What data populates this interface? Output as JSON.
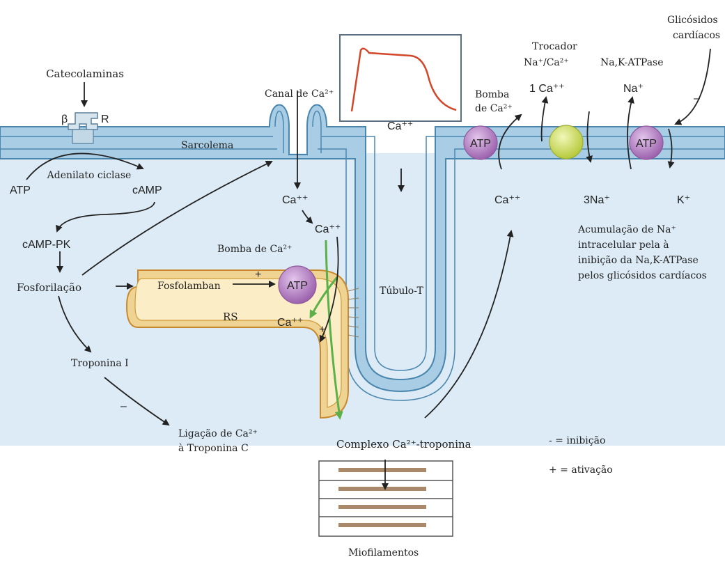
{
  "labels": {
    "catecolaminas": "Catecolaminas",
    "beta": "β",
    "r": "R",
    "sarcolema": "Sarcolema",
    "adenilato": "Adenilato ciclase",
    "atp_left": "ATP",
    "camp": "cAMP",
    "camp_pk": "cAMP-PK",
    "fosforilacao": "Fosforilação",
    "fosfolamban": "Fosfolamban",
    "troponina_i": "Troponina I",
    "ligacao_1": "Ligação de Ca²⁺",
    "ligacao_2": "à Troponina C",
    "canal_ca": "Canal de Ca²⁺",
    "ca_channel": "Ca⁺⁺",
    "ca_released": "Ca⁺⁺",
    "bomba_sr": "Bomba de Ca²⁺",
    "atp_sr": "ATP",
    "rs": "RS",
    "ca_sr": "Ca⁺⁺",
    "ca_ttubule": "Ca⁺⁺",
    "tubulo_t": "Túbulo-T",
    "complexo": "Complexo Ca²⁺-troponina",
    "miofilamentos": "Miofilamentos",
    "bomba_mem_1": "Bomba",
    "bomba_mem_2": "de Ca²⁺",
    "atp_pump": "ATP",
    "trocador_1": "Trocador",
    "trocador_2": "Na⁺/Ca²⁺",
    "one_ca": "1 Ca⁺⁺",
    "na_k_atpase": "Na,K-ATPase",
    "na_plus": "Na⁺",
    "atp_nak": "ATP",
    "glicosidos_1": "Glicósidos",
    "glicosidos_2": "cardíacos",
    "ca_out": "Ca⁺⁺",
    "three_na": "3Na⁺",
    "k_plus": "K⁺",
    "acum_1": "Acumulação de Na⁺",
    "acum_2": "intracelular pela à",
    "acum_3": "inibição da Na,K-ATPase",
    "acum_4": "pelos glicósidos cardíacos",
    "legend_inib": "- = inibição",
    "legend_ativ": "+ = ativação",
    "plus_sign": "+",
    "minus_sign": "–"
  },
  "colors": {
    "membrane": "#a9cde4",
    "membrane_edge": "#4a86ad",
    "cytosol": "#dcebf5",
    "sr_fill": "#f3dfa8",
    "sr_edge": "#c9892e",
    "atp_purple": "#b57fc3",
    "exchanger_green": "#d3e36a",
    "action_potential": "#d2472a",
    "green_arrow": "#5bb04a",
    "myofilament": "#a9896a"
  }
}
